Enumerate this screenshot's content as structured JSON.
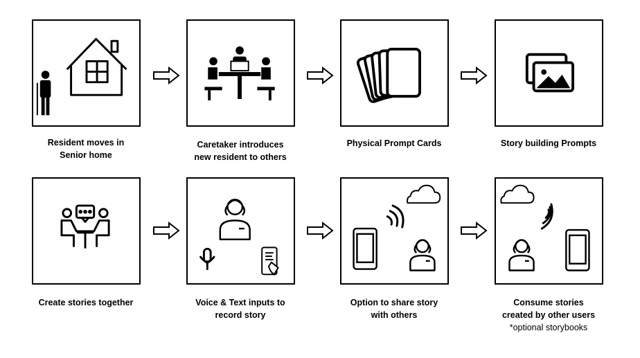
{
  "row1": [
    {
      "caption": [
        "Resident moves in",
        "Senior home"
      ]
    },
    {
      "caption": [
        "Caretaker introduces",
        "new resident to others"
      ]
    },
    {
      "caption": [
        "Physical Prompt Cards"
      ]
    },
    {
      "caption": [
        "Story building Prompts"
      ]
    }
  ],
  "row2": [
    {
      "caption": [
        "Create stories together"
      ]
    },
    {
      "caption": [
        "Voice & Text inputs to",
        "record story"
      ]
    },
    {
      "caption": [
        "Option to share story",
        "with others"
      ]
    },
    {
      "caption": [
        "Consume stories",
        "created by other users"
      ],
      "note": "*optional storybooks"
    }
  ],
  "icons": {
    "p1": [
      "person-icon",
      "house-icon"
    ],
    "p2": [
      "meeting-table-icon"
    ],
    "p3": [
      "card-stack-icon"
    ],
    "p4": [
      "image-gallery-icon"
    ],
    "p5": [
      "conversation-icon"
    ],
    "p6": [
      "caretaker-avatar-icon",
      "microphone-icon",
      "phone-writing-icon"
    ],
    "p7": [
      "phone-icon",
      "signal-waves-icon",
      "cloud-icon",
      "caretaker-avatar-icon"
    ],
    "p8": [
      "cloud-icon",
      "signal-waves-icon",
      "caretaker-avatar-icon",
      "phone-icon"
    ]
  }
}
